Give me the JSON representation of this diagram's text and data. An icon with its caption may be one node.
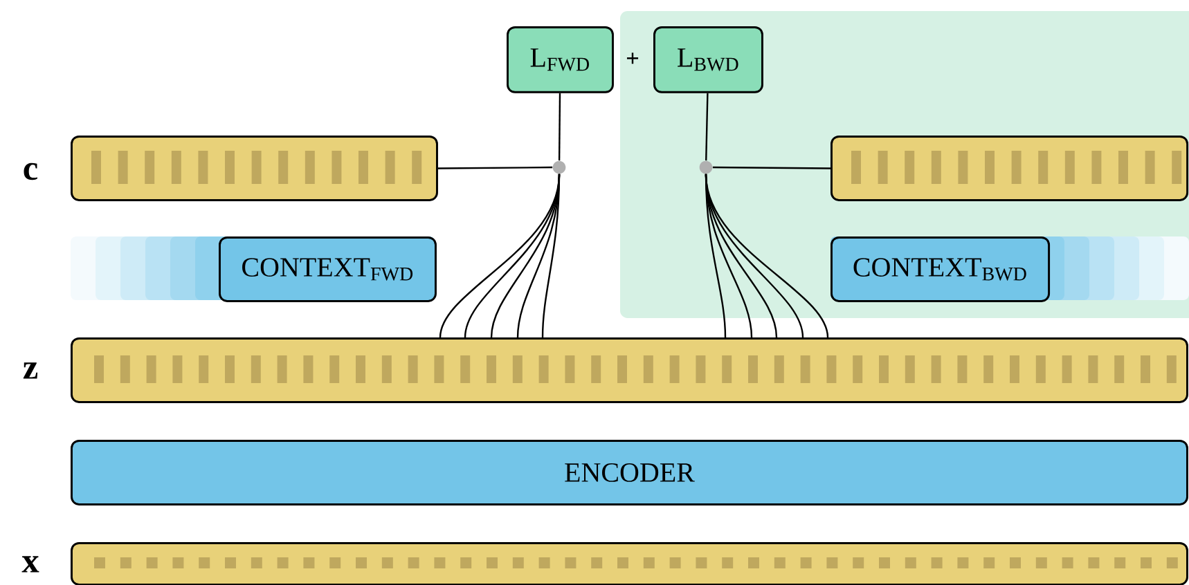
{
  "diagram": {
    "nodes": [
      {
        "text": [
          "L$_{FWD}$"
        ]
      },
      {
        "text": [
          "L$_{BWD}$"
        ]
      },
      {
        "text": [],
        "shape": "bar"
      },
      {
        "text": [],
        "shape": "bar"
      },
      {
        "text": [
          "CONTEXT$_{FWD}$"
        ]
      },
      {
        "text": [
          "CONTEXT$_{BWD}$"
        ]
      },
      {
        "text": [],
        "shape": "bar"
      },
      {
        "text": [
          "ENCODER"
        ]
      },
      {
        "text": [],
        "shape": "bar"
      },
      {
        "text": [],
        "shape": "circle"
      },
      {
        "text": [],
        "shape": "circle"
      }
    ],
    "edges": [
      {
        "from": 0,
        "to": 9,
        "arrow": "none"
      },
      {
        "from": 9,
        "to": 2,
        "arrow": "none"
      },
      {
        "from": 9,
        "to": 6,
        "arrow": "none"
      },
      {
        "from": 9,
        "to": 6,
        "arrow": "none"
      },
      {
        "from": 9,
        "to": 6,
        "arrow": "none"
      },
      {
        "from": 9,
        "to": 6,
        "arrow": "none"
      },
      {
        "from": 9,
        "to": 6,
        "arrow": "none"
      },
      {
        "from": 1,
        "to": 10,
        "arrow": "none"
      },
      {
        "from": 10,
        "to": 3,
        "arrow": "none"
      },
      {
        "from": 10,
        "to": 6,
        "arrow": "none"
      },
      {
        "from": 10,
        "to": 6,
        "arrow": "none"
      },
      {
        "from": 10,
        "to": 6,
        "arrow": "none"
      },
      {
        "from": 10,
        "to": 6,
        "arrow": "none"
      },
      {
        "from": 10,
        "to": 6,
        "arrow": "none"
      }
    ],
    "labels": [
      "+",
      "c",
      "z",
      "x"
    ]
  }
}
